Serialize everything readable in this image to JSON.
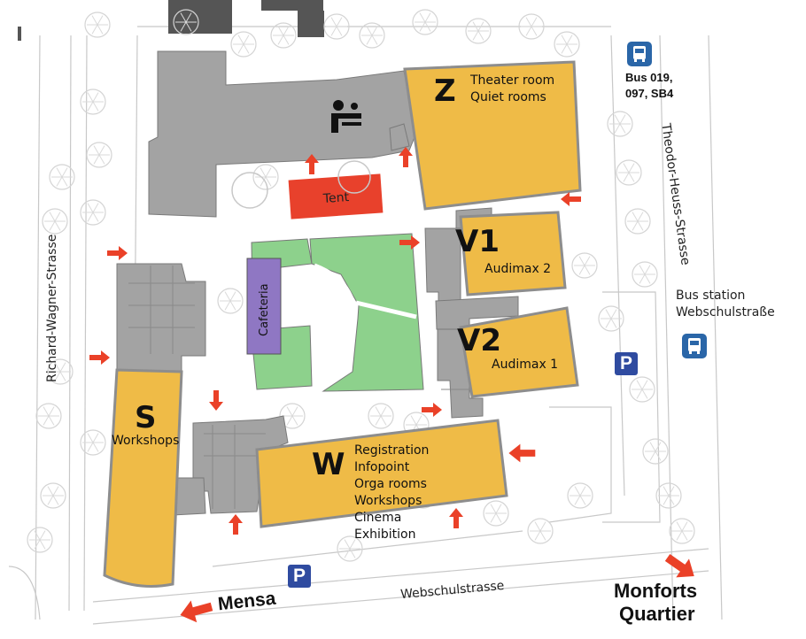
{
  "map": {
    "buildings": {
      "z": {
        "letter": "Z",
        "lines": [
          "Theater room",
          "Quiet rooms"
        ]
      },
      "v1": {
        "letter": "V1",
        "lines": [
          "Audimax 2"
        ]
      },
      "v2": {
        "letter": "V2",
        "lines": [
          "Audimax 1"
        ]
      },
      "s": {
        "letter": "S",
        "lines": [
          "Workshops"
        ]
      },
      "w": {
        "letter": "W",
        "lines": [
          "Registration",
          "Infopoint",
          "Orga rooms",
          "Workshops",
          "Cinema",
          "Exhibition"
        ]
      },
      "tent": {
        "label": "Tent"
      },
      "cafeteria": {
        "label": "Cafeteria"
      }
    },
    "streets": {
      "richard_wagner": "Richard-Wagner-Strasse",
      "theodor_heuss": "Theodor-Heuss-Strasse",
      "webschulstrasse": "Webschulstrasse"
    },
    "bus": {
      "top_lines": [
        "Bus 019,",
        "097, SB4"
      ],
      "station_lines": [
        "Bus station",
        "Webschulstraße"
      ]
    },
    "parking_symbol": "P",
    "destinations": {
      "mensa": "Mensa",
      "monforts": [
        "Monforts",
        "Quartier"
      ]
    },
    "colors": {
      "building_yellow": "#efbb47",
      "building_gray": "#a3a3a3",
      "tent_red": "#e8412c",
      "garden_green": "#8dd18c",
      "cafeteria_purple": "#8f77c3",
      "arrow_red": "#ea4128",
      "parking_blue": "#2f4ba0",
      "bus_blue": "#2a66a8"
    },
    "icons": [
      "baby-changing-icon",
      "bus-icon",
      "parking-icon",
      "arrow-icon",
      "tree-icon"
    ]
  }
}
